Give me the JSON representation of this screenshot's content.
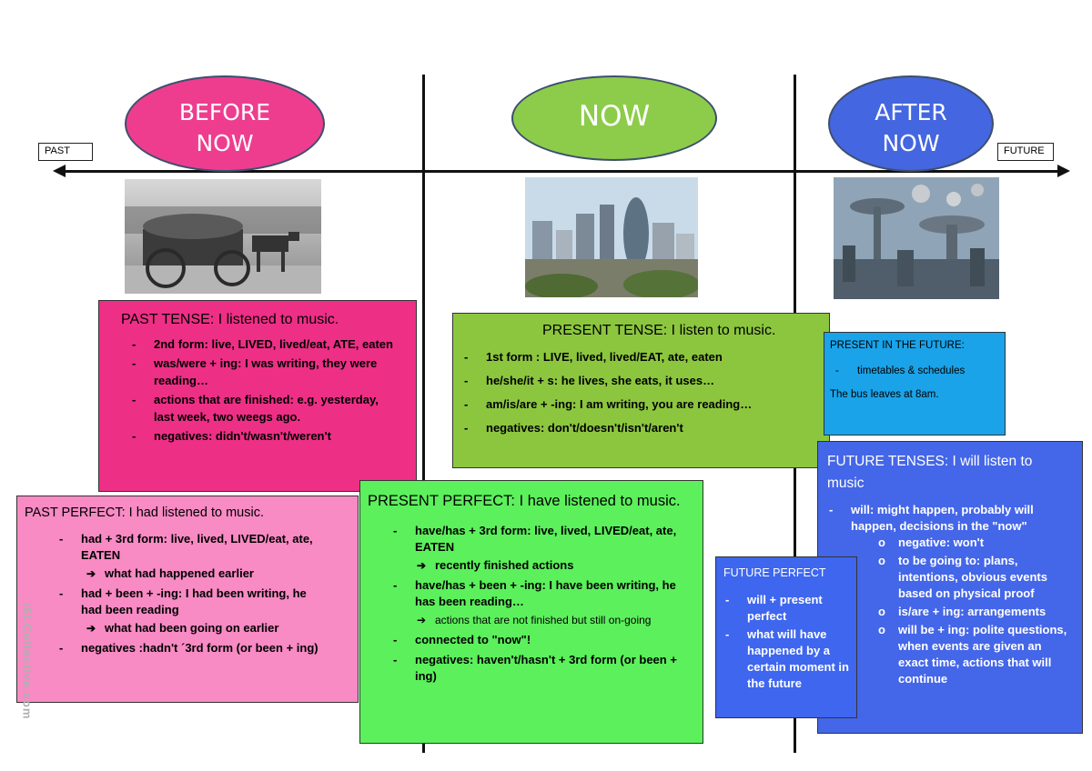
{
  "timeline": {
    "past_label": "PAST",
    "future_label": "FUTURE",
    "before": {
      "line1": "BEFORE",
      "line2": "NOW",
      "color": "#ee3d8f"
    },
    "now": {
      "label": "NOW",
      "color": "#8ccc4a"
    },
    "after": {
      "line1": "AFTER",
      "line2": "NOW",
      "color": "#4466e0"
    }
  },
  "photos": {
    "past": "horse-wagon-photo",
    "present": "city-skyline-photo",
    "future": "futuristic-city-photo"
  },
  "past_tense": {
    "heading_term": "PAST TENSE:",
    "heading_rest": " I listened to music.",
    "color": "#ee2f86",
    "items": [
      "2nd form: live, LIVED, lived/eat, ATE, eaten",
      "was/were + ing: I was writing, they were reading…",
      "actions that are finished: e.g. yesterday, last week, two weegs ago.",
      "negatives: didn't/wasn't/weren't"
    ]
  },
  "past_perfect": {
    "heading": "PAST PERFECT: I had listened to music.",
    "color": "#f88ac4",
    "item1": "had + 3rd form: live, lived, LIVED/eat, ate, EATEN",
    "arrow1": "what had happened earlier",
    "item2": "had + been + -ing: I had been writing, he had been reading",
    "arrow2": "what had been going on earlier",
    "item3": "negatives :hadn't ´3rd form (or been + ing)"
  },
  "present_tense": {
    "heading_term": "PRESENT TENSE:",
    "heading_rest": " I listen to music.",
    "color": "#8cc63f",
    "items": [
      "1st form : LIVE, lived, lived/EAT, ate, eaten",
      "he/she/it + s: he lives, she eats, it uses…",
      "am/is/are + -ing: I am writing, you are reading…",
      "negatives: don't/doesn't/isn't/aren't"
    ]
  },
  "present_perfect": {
    "heading_term": "PRESENT PERFECT:",
    "heading_rest": " I have listened to music.",
    "color": "#5cf05c",
    "item1": "have/has + 3rd form: live, lived, LIVED/eat, ate, EATEN",
    "arrow1": "recently finished actions",
    "item2": "have/has + been + -ing: I have been writing, he has been reading…",
    "arrow2": "actions that are not finished but still on-going",
    "item3": "connected to \"now\"!",
    "item4": "negatives: haven't/hasn't + 3rd form (or been + ing)"
  },
  "present_future": {
    "heading": "PRESENT IN THE FUTURE:",
    "item": "timetables & schedules",
    "example": "The bus leaves at 8am.",
    "color": "#1aa3e8"
  },
  "future_tenses": {
    "heading_term": "FUTURE TENSES:",
    "heading_rest": " I will listen to music",
    "color": "#4466e8",
    "item": "will: might happen, probably will happen, decisions in the \"now\"",
    "subitems": [
      "negative: won't",
      "to be going to: plans, intentions, obvious events based on physical proof",
      "is/are + ing: arrangements",
      "will be + ing: polite questions, when events are given an exact time, actions that will continue"
    ]
  },
  "future_perfect": {
    "heading": "FUTURE PERFECT",
    "color": "#3e66ee",
    "items": [
      "will + present perfect",
      "what will have happened by a certain moment in the future"
    ]
  },
  "watermark": "iSLCollective.com"
}
